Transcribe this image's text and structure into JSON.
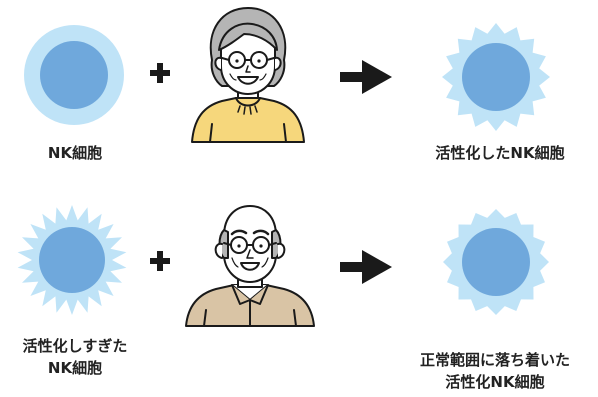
{
  "rows": [
    {
      "input_cell_label": "NK細胞",
      "result_cell_label": "活性化したNK細胞",
      "person": "elderly-woman",
      "operator": "+",
      "arrow": "arrow-right"
    },
    {
      "input_cell_label_line1": "活性化しすぎた",
      "input_cell_label_line2": "NK細胞",
      "result_cell_label_line1": "正常範囲に落ち着いた",
      "result_cell_label_line2": "活性化NK細胞",
      "person": "elderly-man",
      "operator": "+",
      "arrow": "arrow-right"
    }
  ],
  "colors": {
    "cell_outer": "#bfe3f7",
    "cell_inner": "#6fa8dc",
    "shirt_yellow": "#f6d77c",
    "shirt_tan": "#d9c4a5",
    "hair_gray": "#b5b5b5",
    "skin": "#ffffff",
    "line": "#1a1a1a"
  }
}
